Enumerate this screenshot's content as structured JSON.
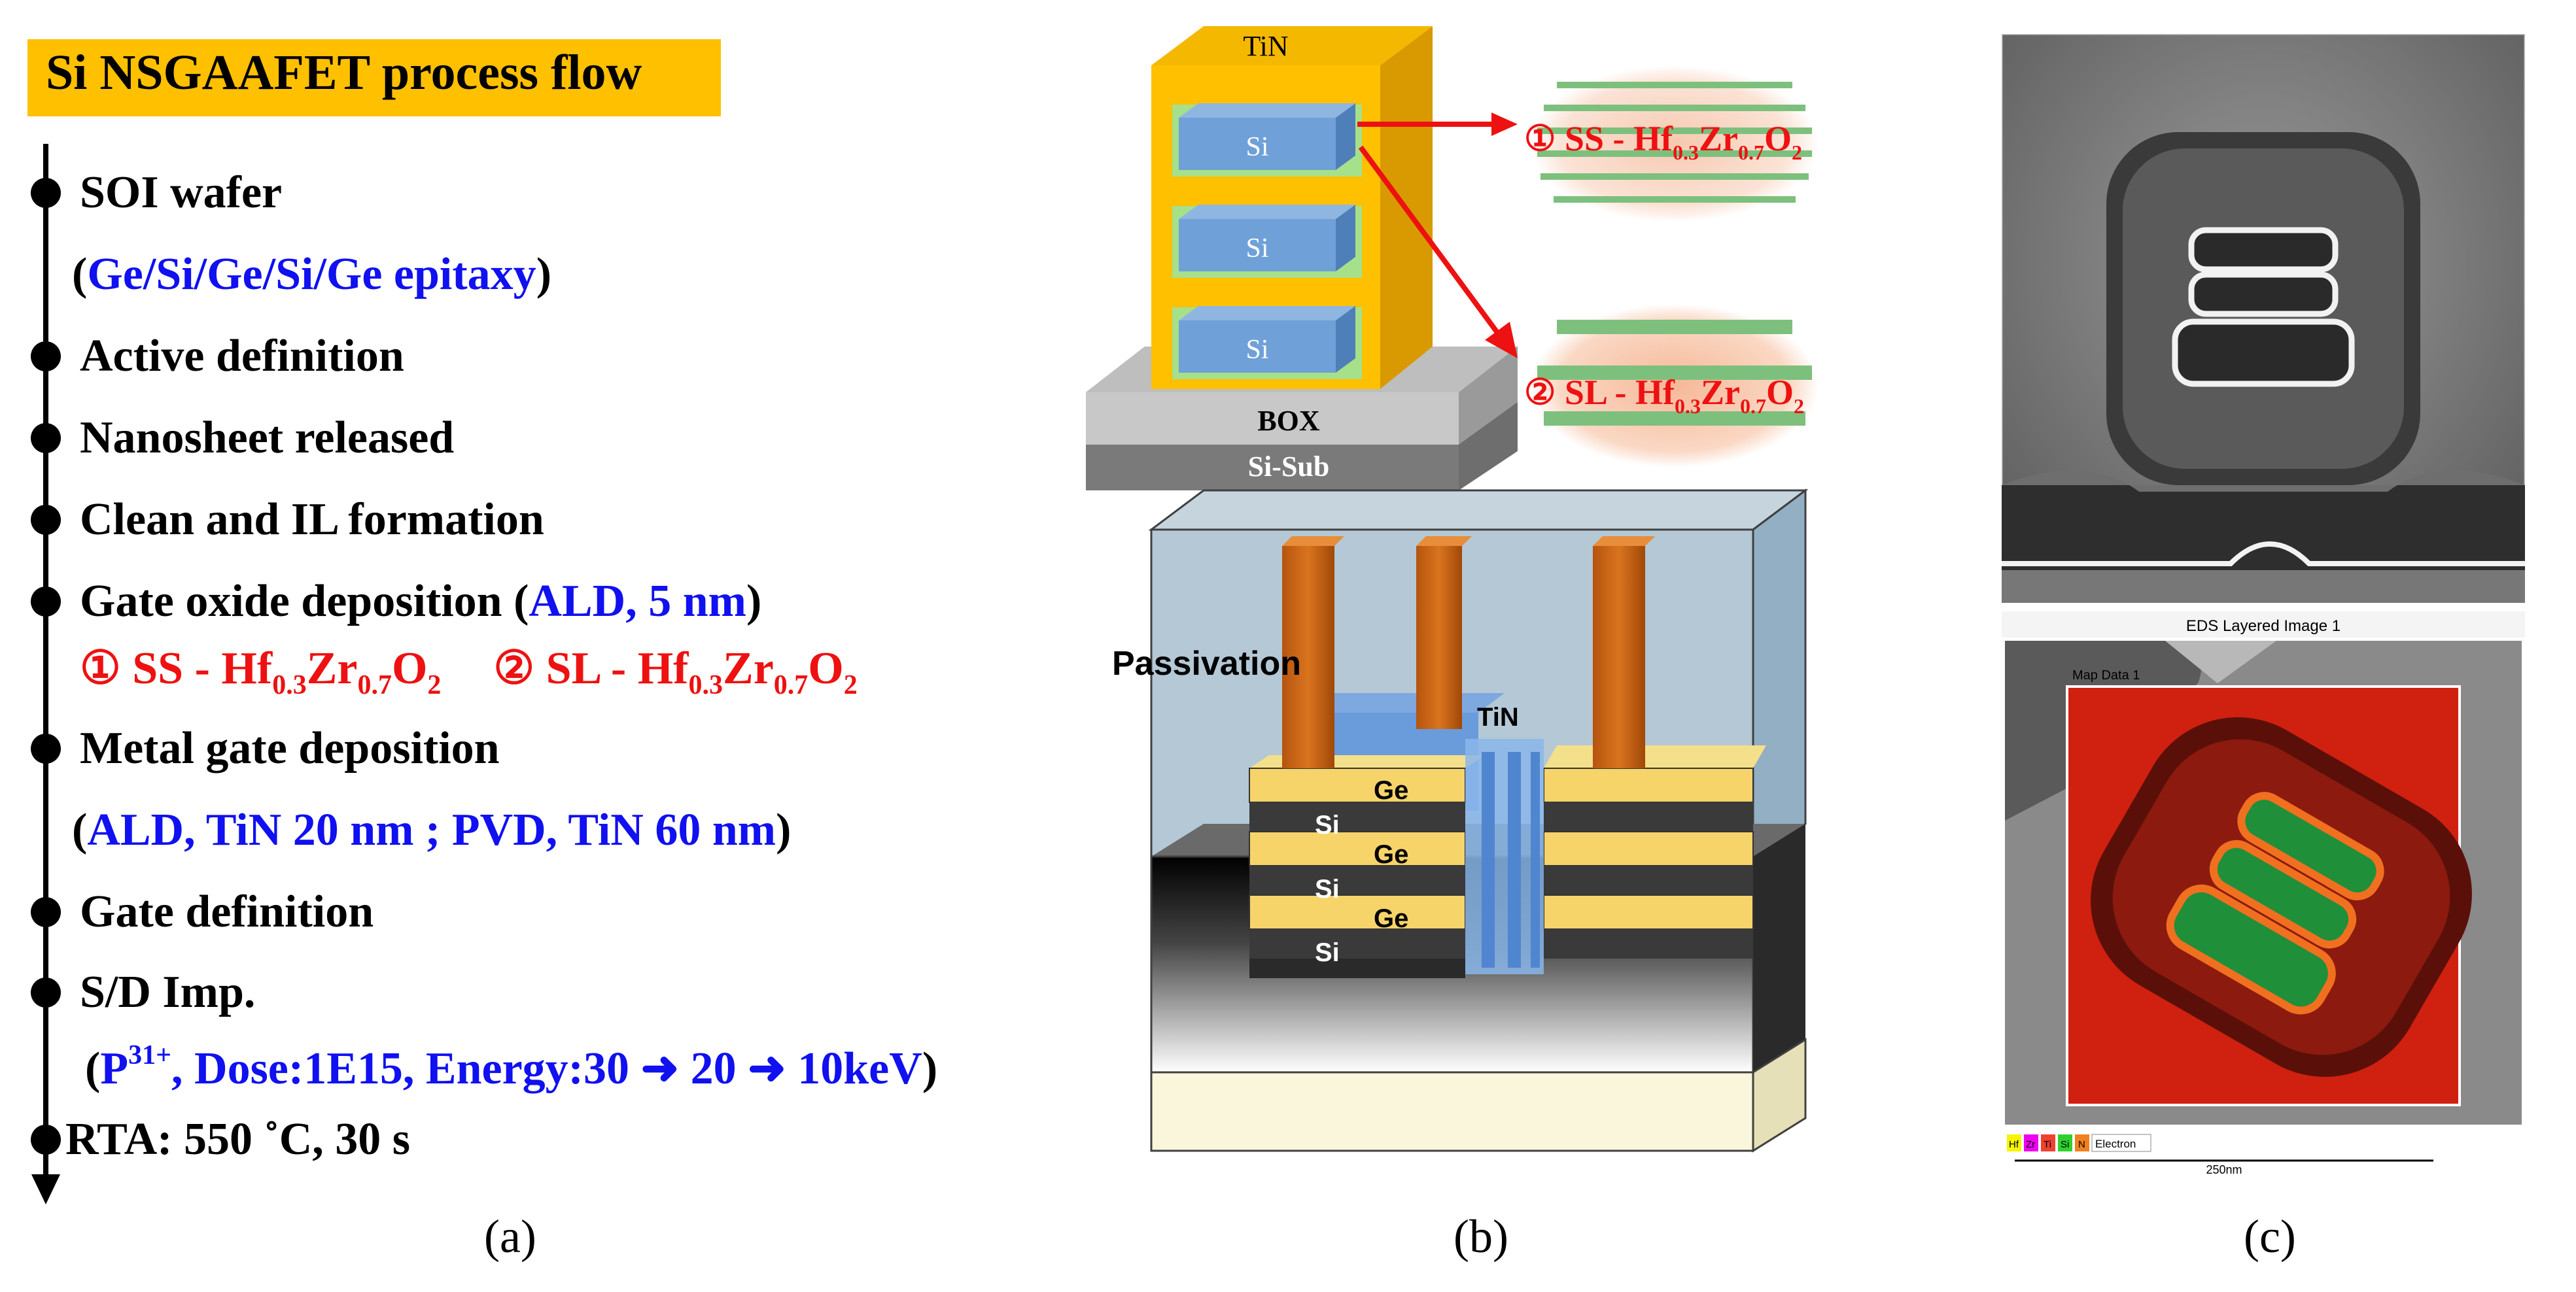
{
  "panel_a": {
    "title": "Si NSGAAFET process flow",
    "steps": [
      {
        "label": "SOI wafer"
      },
      {
        "open": "(",
        "detail": "Ge/Si/Ge/Si/Ge epitaxy",
        "close": ")"
      },
      {
        "label": "Active definition"
      },
      {
        "label": "Nanosheet released"
      },
      {
        "label": "Clean and IL formation"
      },
      {
        "label": "Gate oxide deposition (",
        "detail": "ALD,  5 nm",
        "close": ")"
      },
      {
        "ss_prefix": "① SS - Hf",
        "ss_sub1": "0.3",
        "ss_mid": "Zr",
        "ss_sub2": "0.7",
        "ss_end": "O",
        "ss_sub3": "2",
        "sl_prefix": "② SL - Hf",
        "sl_sub1": "0.3",
        "sl_mid": "Zr",
        "sl_sub2": "0.7",
        "sl_end": "O",
        "sl_sub3": "2"
      },
      {
        "label": "Metal gate deposition"
      },
      {
        "open": "(",
        "detail": "ALD, TiN 20 nm ; PVD, TiN 60 nm",
        "close": ")"
      },
      {
        "label": "Gate definition"
      },
      {
        "label": "S/D Imp."
      },
      {
        "open": "(",
        "p": "P",
        "sup": "31+",
        "detail": ", Dose:1E15, Energy:30 ➜ 20 ➜ 10keV",
        "close": ")"
      },
      {
        "label": "RTA:  550 ˚C, 30 s"
      }
    ],
    "caption": "(a)"
  },
  "panel_b": {
    "tin_top": "TiN",
    "si_labels": [
      "Si",
      "Si",
      "Si"
    ],
    "box": "BOX",
    "si_sub": "Si-Sub",
    "callout1": {
      "prefix": "① SS - Hf",
      "s1": "0.3",
      "mid": "Zr",
      "s2": "0.7",
      "end": "O",
      "s3": "2"
    },
    "callout2": {
      "prefix": "② SL - Hf",
      "s1": "0.3",
      "mid": "Zr",
      "s2": "0.7",
      "end": "O",
      "s3": "2"
    },
    "passivation": "Passivation",
    "tin_3d": "TiN",
    "stack_labels": [
      "Ge",
      "Si",
      "Ge",
      "Si",
      "Ge",
      "Si"
    ],
    "caption": "(b)"
  },
  "panel_c": {
    "eds_title": "EDS Layered Image 1",
    "map_label": "Map Data 1",
    "legend": [
      "Hf",
      "Zr",
      "Ti",
      "Si",
      "N",
      "Electron"
    ],
    "scale": "250nm",
    "caption": "(c)"
  },
  "colors": {
    "title_bg": "#FFC000",
    "blue_text": "#1010F0",
    "red_text": "#EE1111",
    "tin_gold": "#FFC000",
    "si_blue": "#6FA0D8",
    "eds_red": "#D02010",
    "eds_green": "#1F8F3A"
  }
}
